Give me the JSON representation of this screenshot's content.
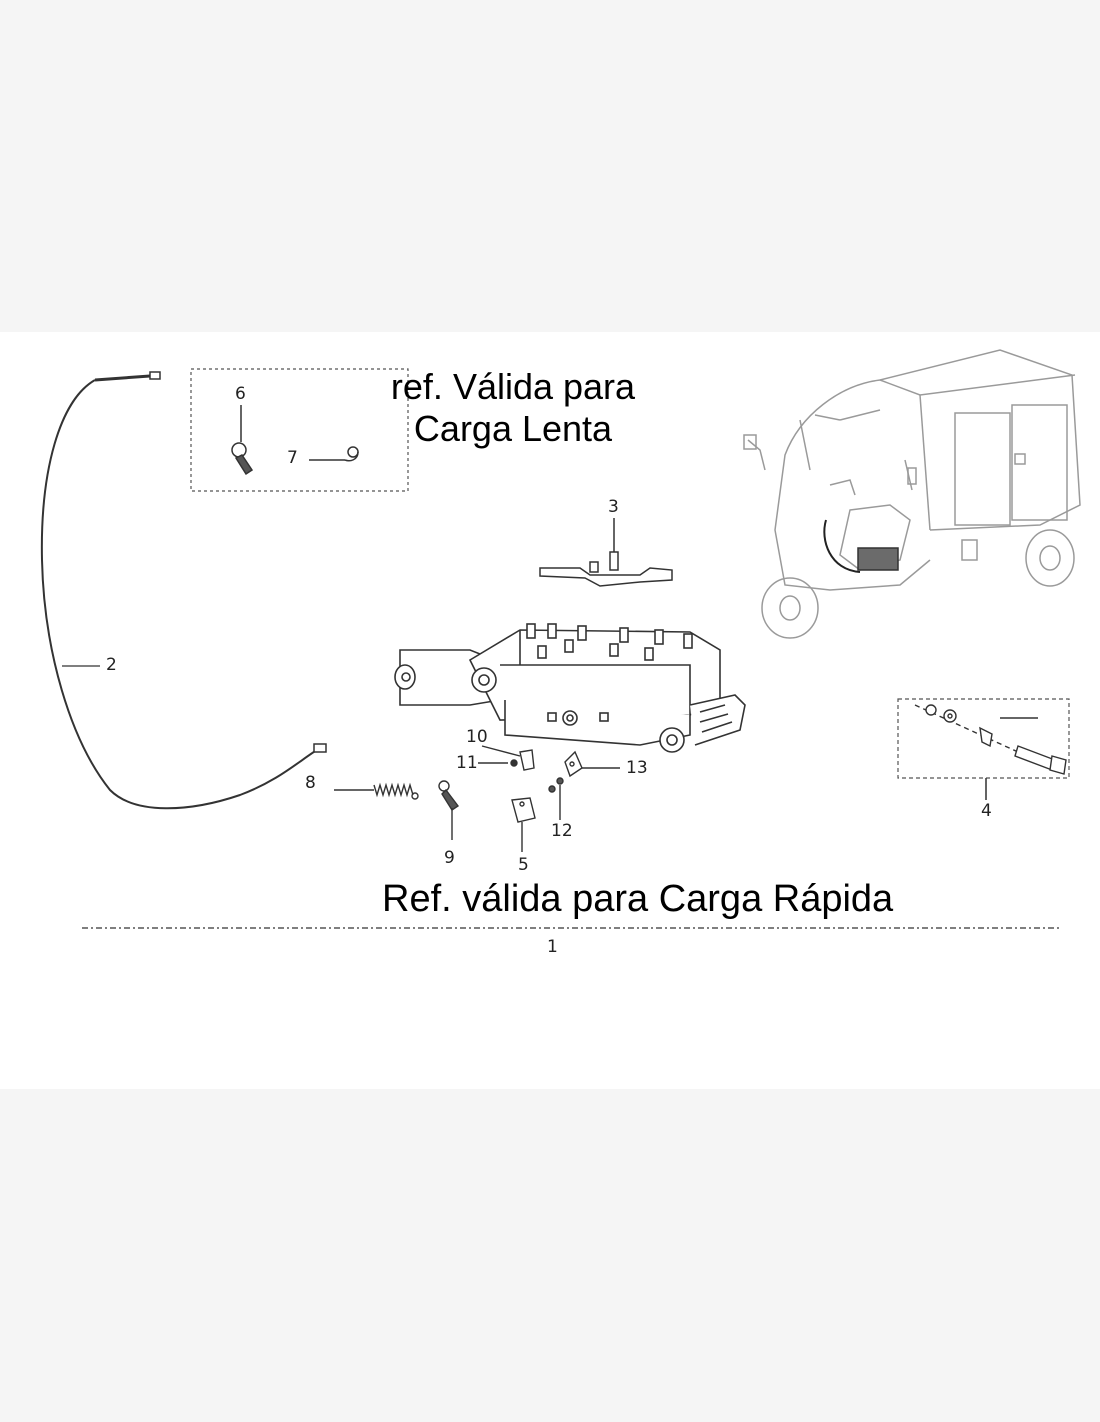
{
  "captions": {
    "slow_line1": "ref. Válida para",
    "slow_line2": "Carga Lenta",
    "fast": "Ref. válida para Carga Rápida"
  },
  "callouts": {
    "p1": "1",
    "p2": "2",
    "p3": "3",
    "p4": "4",
    "p5": "5",
    "p6": "6",
    "p7": "7",
    "p8": "8",
    "p9": "9",
    "p10": "10",
    "p11": "11",
    "p12": "12",
    "p13": "13"
  },
  "colors": {
    "page_background": "#f5f5f5",
    "sheet_background": "#ffffff",
    "line_art": "#333333",
    "vehicle_art": "#9a9a9a"
  }
}
